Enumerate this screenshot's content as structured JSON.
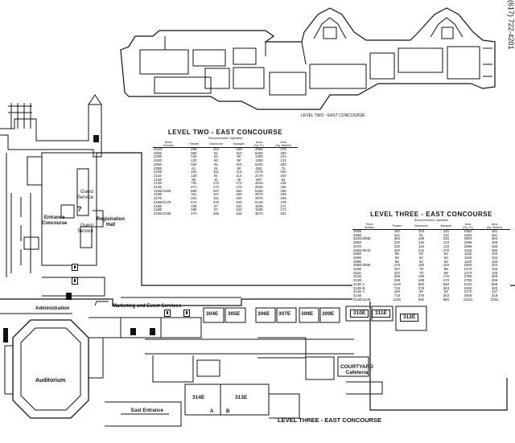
{
  "phone": "(617) 722-4201",
  "upper_plan": {
    "caption": "LEVEL TWO - EAST CONCOURSE"
  },
  "lower_plan": {
    "caption": "LEVEL THREE - EAST CONCOURSE"
  },
  "labels": {
    "guest_service_top": "Guest\nService",
    "guest_service_bottom": "Guest\nService",
    "entrance_concourse": "Entrance\nConcourse",
    "registration_hall": "Registration\nHall",
    "info_marker": "?",
    "administration": "Administration",
    "marketing": "Marketing and Event Services",
    "auditorium": "Auditorium",
    "courtyard": "COURTYARD\nCafeteria",
    "east_entrance": "East Entrance",
    "point_a": "A",
    "point_b": "B"
  },
  "rooms": [
    "304E",
    "305E",
    "306E",
    "307E",
    "309E",
    "309E",
    "310E",
    "311E",
    "312E",
    "314E",
    "313E"
  ],
  "level_two_table": {
    "title": "LEVEL TWO - EAST CONCOURSE",
    "group_header": "Recommended Capacities",
    "columns": [
      "Room\nNumber",
      "Theatre",
      "Classroom",
      "Banquet",
      "Area\n(Sq. Ft.)",
      "Area\n(Sq. Meters)"
    ],
    "rows": [
      [
        "201D",
        "258",
        "154",
        "169",
        "2966",
        "276"
      ],
      [
        "202E",
        "560",
        "61",
        "310",
        "5200",
        "483"
      ],
      [
        "203E",
        "120",
        "60",
        "90",
        "1300",
        "121"
      ],
      [
        "204E",
        "120",
        "60",
        "90",
        "1300",
        "121"
      ],
      [
        "206E",
        "560",
        "61",
        "310",
        "5200",
        "483"
      ],
      [
        "208E",
        "61",
        "31",
        "50",
        "804",
        "75"
      ],
      [
        "210E",
        "181",
        "111",
        "113",
        "2176",
        "202"
      ],
      [
        "211E",
        "128",
        "81",
        "113",
        "2176",
        "202"
      ],
      [
        "212E",
        "88",
        "41",
        "40",
        "887",
        "82"
      ],
      [
        "213E",
        "791",
        "172",
        "173",
        "2643",
        "245"
      ],
      [
        "214E",
        "471",
        "172",
        "173",
        "2643",
        "245"
      ],
      [
        "215E/216E",
        "860",
        "287",
        "360",
        "5326",
        "495"
      ],
      [
        "216E",
        "311",
        "117",
        "153",
        "2570",
        "239"
      ],
      [
        "217E",
        "281",
        "111",
        "153",
        "2570",
        "239"
      ],
      [
        "216E/217E",
        "672",
        "270",
        "240",
        "5140",
        "478"
      ],
      [
        "218E",
        "198",
        "97",
        "153",
        "1836",
        "171"
      ],
      [
        "219E",
        "198",
        "97",
        "153",
        "1836",
        "171"
      ],
      [
        "218E/219E",
        "472",
        "206",
        "248",
        "3672",
        "341"
      ]
    ]
  },
  "level_three_table": {
    "title": "LEVEL THREE - EAST CONCOURSE",
    "group_header": "Recommended Capacities",
    "columns": [
      "Room\nNumber",
      "Theatre",
      "Classroom",
      "Banquet",
      "Area\n(Sq. Ft.)",
      "Area\n(Sq. Meters)"
    ],
    "rows": [
      [
        "304E",
        "181",
        "104",
        "110",
        "1952",
        "181"
      ],
      [
        "305E",
        "181",
        "91",
        "110",
        "1952",
        "181"
      ],
      [
        "304E/305E",
        "362",
        "195",
        "230",
        "3904",
        "362"
      ],
      [
        "306E",
        "220",
        "118",
        "133",
        "2096",
        "195"
      ],
      [
        "307E",
        "220",
        "118",
        "133",
        "2096",
        "195"
      ],
      [
        "306E/307E",
        "440",
        "231",
        "270",
        "4192",
        "390"
      ],
      [
        "308E",
        "88",
        "50",
        "60",
        "1100",
        "102"
      ],
      [
        "309E",
        "88",
        "50",
        "60",
        "1100",
        "102"
      ],
      [
        "309E",
        "88",
        "50",
        "60",
        "1100",
        "102"
      ],
      [
        "308E/309E",
        "176",
        "100",
        "120",
        "2200",
        "204"
      ],
      [
        "310E",
        "157",
        "78",
        "98",
        "1470",
        "136"
      ],
      [
        "311E",
        "157",
        "78",
        "98",
        "1470",
        "136"
      ],
      [
        "312E",
        "258",
        "168",
        "170",
        "2755",
        "256"
      ],
      [
        "313E",
        "258",
        "168",
        "170",
        "2755",
        "256"
      ],
      [
        "313E A",
        "1120",
        "582",
        "560",
        "6130",
        "569"
      ],
      [
        "313E B",
        "718",
        "376",
        "343",
        "3150",
        "293"
      ],
      [
        "313E C",
        "160",
        "80",
        "83",
        "1470",
        "137"
      ],
      [
        "314E",
        "718",
        "376",
        "343",
        "3406",
        "316"
      ],
      [
        "314E/314E",
        "1120",
        "592",
        "560",
        "11101",
        "1031"
      ]
    ]
  }
}
